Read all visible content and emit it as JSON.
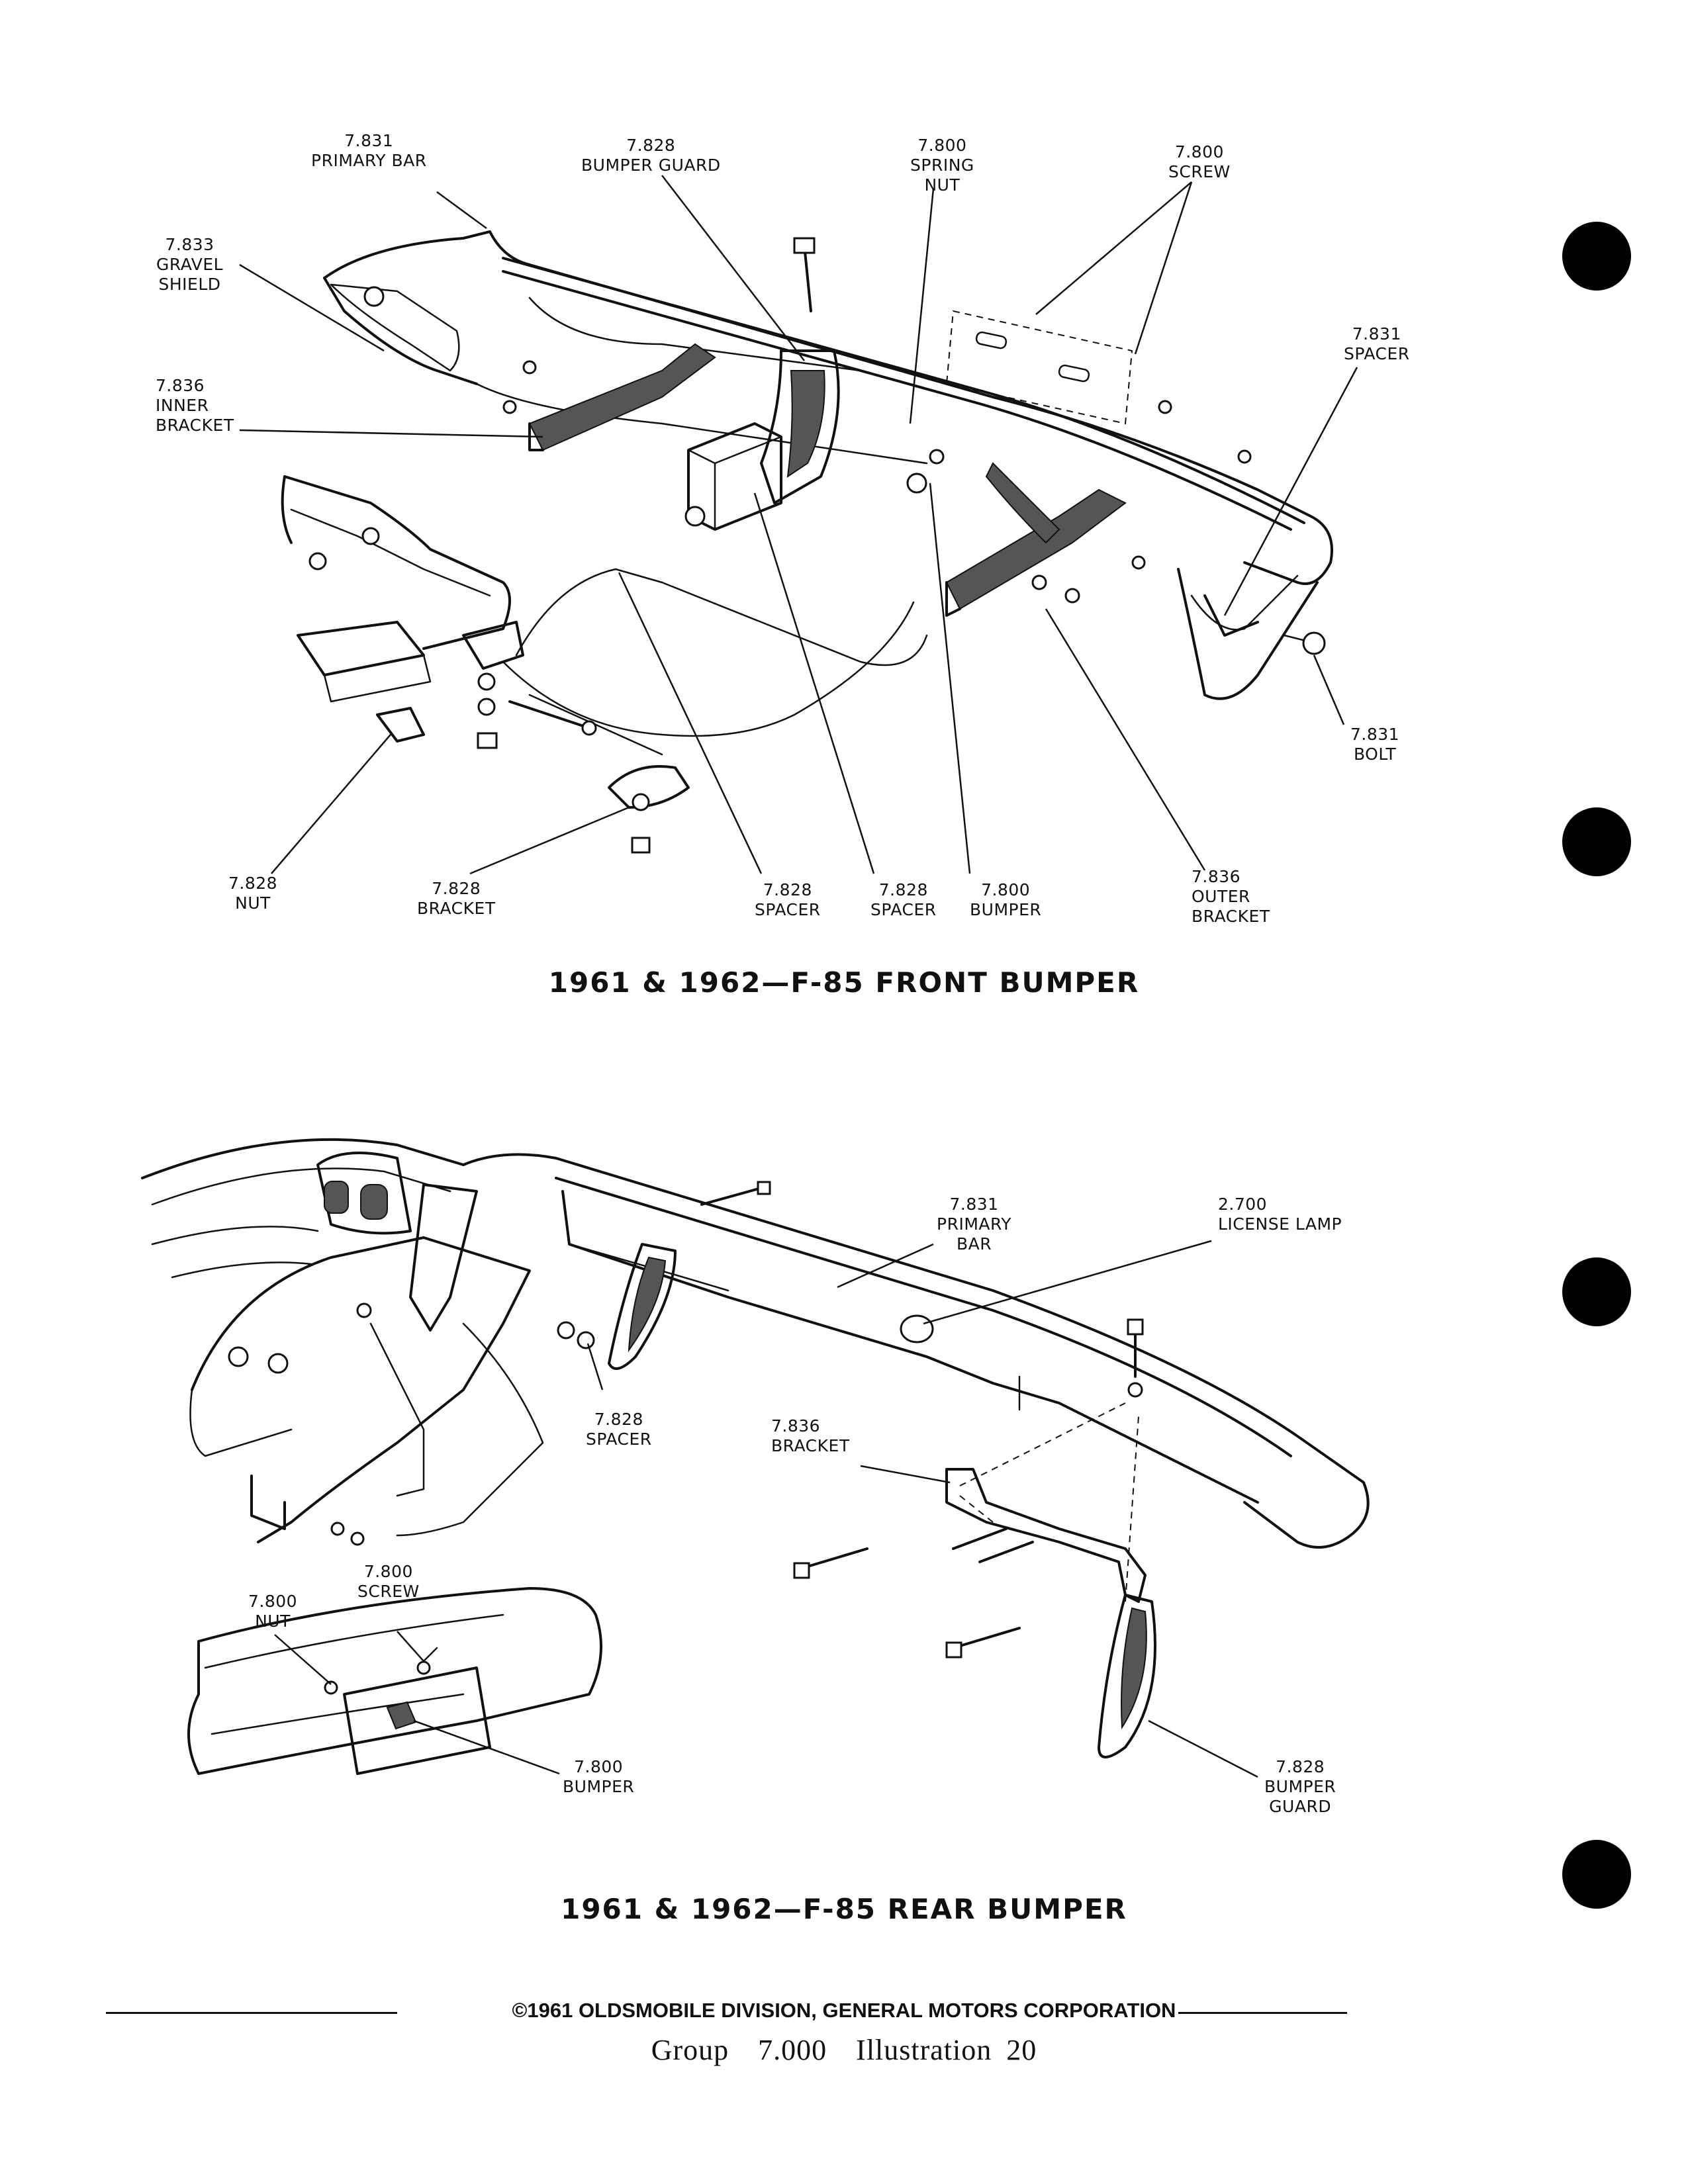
{
  "front": {
    "title": "1961 & 1962—F-85 FRONT BUMPER",
    "labels": {
      "primary_bar": [
        "7.831",
        "PRIMARY BAR"
      ],
      "bumper_guard": [
        "7.828",
        "BUMPER GUARD"
      ],
      "spring_nut": [
        "7.800",
        "SPRING",
        "NUT"
      ],
      "screw": [
        "7.800",
        "SCREW"
      ],
      "gravel_shield": [
        "7.833",
        "GRAVEL",
        "SHIELD"
      ],
      "spacer_right": [
        "7.831",
        "SPACER"
      ],
      "inner_bracket": [
        "7.836",
        "INNER",
        "BRACKET"
      ],
      "bolt": [
        "7.831",
        "BOLT"
      ],
      "nut": [
        "7.828",
        "NUT"
      ],
      "bracket": [
        "7.828",
        "BRACKET"
      ],
      "spacer_a": [
        "7.828",
        "SPACER"
      ],
      "spacer_b": [
        "7.828",
        "SPACER"
      ],
      "bumper": [
        "7.800",
        "BUMPER"
      ],
      "outer_bracket": [
        "7.836",
        "OUTER",
        "BRACKET"
      ]
    }
  },
  "rear": {
    "title": "1961 & 1962—F-85 REAR BUMPER",
    "labels": {
      "primary_bar": [
        "7.831",
        "PRIMARY",
        "BAR"
      ],
      "license_lamp": [
        "2.700",
        "LICENSE LAMP"
      ],
      "spacer": [
        "7.828",
        "SPACER"
      ],
      "bracket": [
        "7.836",
        "BRACKET"
      ],
      "screw": [
        "7.800",
        "SCREW"
      ],
      "nut": [
        "7.800",
        "NUT"
      ],
      "bumper": [
        "7.800",
        "BUMPER"
      ],
      "bumper_guard": [
        "7.828",
        "BUMPER",
        "GUARD"
      ]
    }
  },
  "footer": {
    "copyright": "©1961 OLDSMOBILE DIVISION, GENERAL MOTORS CORPORATION",
    "group": "Group  7.000  Illustration 20"
  }
}
